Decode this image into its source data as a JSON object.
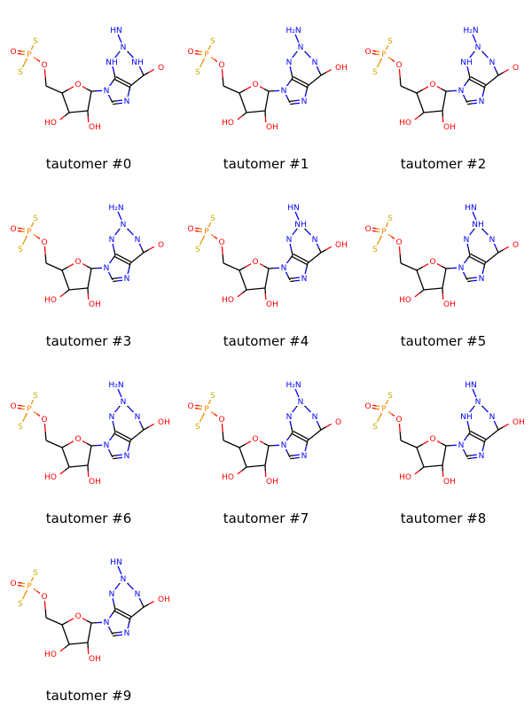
{
  "colors": {
    "bond": "#000000",
    "nitrogen": "#0000ff",
    "oxygen": "#ff0000",
    "sulfur": "#ccaa00",
    "phosphorus": "#ff8000"
  },
  "molecules": [
    {
      "caption": "tautomer #0",
      "variant": "imino_N1H_N3H_keto",
      "labels": {
        "exo_n": "HN",
        "top_n": "N",
        "ring_n1": "NH",
        "ring_n3": "NH",
        "ring_n7": "N",
        "ring_n9": "N",
        "exo_o": "O",
        "p": "P",
        "s_top": "S",
        "s_bottom": "S",
        "o_ring": "O",
        "o_ester": "O",
        "o_double": "O",
        "oh_1": "HO",
        "oh_2": "OH"
      }
    },
    {
      "caption": "tautomer #1",
      "variant": "amino_enol",
      "labels": {
        "exo_n": "H₂N",
        "top_n": "N",
        "ring_n1": "N",
        "ring_n3": "N",
        "ring_n7": "N",
        "ring_n9": "N",
        "exo_o": "OH",
        "p": "P",
        "s_top": "S",
        "s_bottom": "S",
        "o_ring": "O",
        "o_ester": "O",
        "o_double": "O",
        "oh_1": "HO",
        "oh_2": "OH"
      }
    },
    {
      "caption": "tautomer #2",
      "variant": "amino_N3H_keto",
      "labels": {
        "exo_n": "H₂N",
        "top_n": "N",
        "ring_n1": "N",
        "ring_n3": "NH",
        "ring_n7": "N",
        "ring_n9": "N",
        "exo_o": "O",
        "p": "P",
        "s_top": "S",
        "s_bottom": "S",
        "o_ring": "O",
        "o_ester": "O",
        "o_double": "O",
        "oh_1": "HO",
        "oh_2": "OH"
      }
    },
    {
      "caption": "tautomer #3",
      "variant": "amino_keto",
      "labels": {
        "exo_n": "H₂N",
        "top_n": "N",
        "ring_n1": "N",
        "ring_n3": "N",
        "ring_n7": "N",
        "ring_n9": "N",
        "exo_o": "O",
        "p": "P",
        "s_top": "S",
        "s_bottom": "S",
        "o_ring": "O",
        "o_ester": "O",
        "o_double": "O",
        "oh_1": "HO",
        "oh_2": "OH"
      }
    },
    {
      "caption": "tautomer #4",
      "variant": "imino_NH_enol",
      "labels": {
        "exo_n": "HN",
        "top_n": "NH",
        "ring_n1": "N",
        "ring_n3": "N",
        "ring_n7": "N",
        "ring_n9": "N",
        "exo_o": "OH",
        "p": "P",
        "s_top": "S",
        "s_bottom": "S",
        "o_ring": "O",
        "o_ester": "O",
        "o_double": "O",
        "oh_1": "HO",
        "oh_2": "OH"
      }
    },
    {
      "caption": "tautomer #5",
      "variant": "imino_NH_keto",
      "labels": {
        "exo_n": "HN",
        "top_n": "NH",
        "ring_n1": "N",
        "ring_n3": "N",
        "ring_n7": "N",
        "ring_n9": "N",
        "exo_o": "O",
        "p": "P",
        "s_top": "S",
        "s_bottom": "S",
        "o_ring": "O",
        "o_ester": "O",
        "o_double": "O",
        "oh_1": "HO",
        "oh_2": "OH"
      }
    },
    {
      "caption": "tautomer #6",
      "variant": "amino_enol_b",
      "labels": {
        "exo_n": "H₂N",
        "top_n": "N",
        "ring_n1": "N",
        "ring_n3": "N",
        "ring_n7": "N",
        "ring_n9": "N",
        "exo_o": "OH",
        "p": "P",
        "s_top": "S",
        "s_bottom": "S",
        "o_ring": "O",
        "o_ester": "O",
        "o_double": "O",
        "oh_1": "HO",
        "oh_2": "OH"
      }
    },
    {
      "caption": "tautomer #7",
      "variant": "amino_keto_b",
      "labels": {
        "exo_n": "H₂N",
        "top_n": "N",
        "ring_n1": "N",
        "ring_n3": "N",
        "ring_n7": "N",
        "ring_n9": "N",
        "exo_o": "O",
        "p": "P",
        "s_top": "S",
        "s_bottom": "S",
        "o_ring": "O",
        "o_ester": "O",
        "o_double": "O",
        "oh_1": "HO",
        "oh_2": "OH"
      }
    },
    {
      "caption": "tautomer #8",
      "variant": "imino_N3H_enol",
      "labels": {
        "exo_n": "HN",
        "top_n": "N",
        "ring_n1": "N",
        "ring_n3": "NH",
        "ring_n7": "N",
        "ring_n9": "N",
        "exo_o": "OH",
        "p": "P",
        "s_top": "S",
        "s_bottom": "S",
        "o_ring": "O",
        "o_ester": "O",
        "o_double": "O",
        "oh_1": "HO",
        "oh_2": "OH"
      }
    },
    {
      "caption": "tautomer #9",
      "variant": "imino_enol",
      "labels": {
        "exo_n": "HN",
        "top_n": "N",
        "ring_n1": "N",
        "ring_n3": "N",
        "ring_n7": "N",
        "ring_n9": "N",
        "exo_o": "OH",
        "p": "P",
        "s_top": "S",
        "s_bottom": "S",
        "o_ring": "O",
        "o_ester": "O",
        "o_double": "O",
        "oh_1": "HO",
        "oh_2": "OH"
      }
    }
  ]
}
